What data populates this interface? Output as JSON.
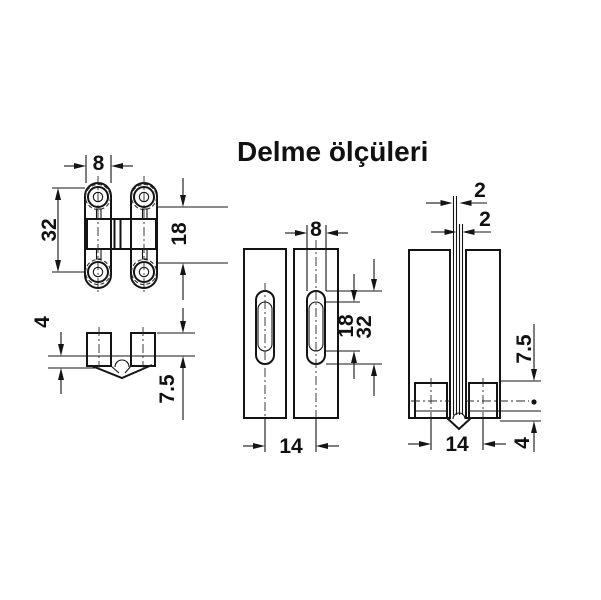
{
  "title": "Delme ölçüleri",
  "colors": {
    "line": "#141414",
    "background": "#ffffff"
  },
  "views": {
    "hinge_front": {
      "dims": {
        "plate_width": "8",
        "length_left": "32",
        "length_right": "18"
      }
    },
    "hinge_side": {
      "dims": {
        "top_depth": "4",
        "total_depth": "7.5"
      }
    },
    "panel_face": {
      "dims": {
        "slot_width": "8",
        "slot_inner_length": "18",
        "slot_outer_length": "32",
        "center_distance": "14"
      }
    },
    "panel_section": {
      "dims": {
        "gap_top": "2",
        "gap_inner": "2",
        "mortise_depth": "7.5",
        "center_distance": "14",
        "bottom_offset": "4"
      }
    }
  }
}
